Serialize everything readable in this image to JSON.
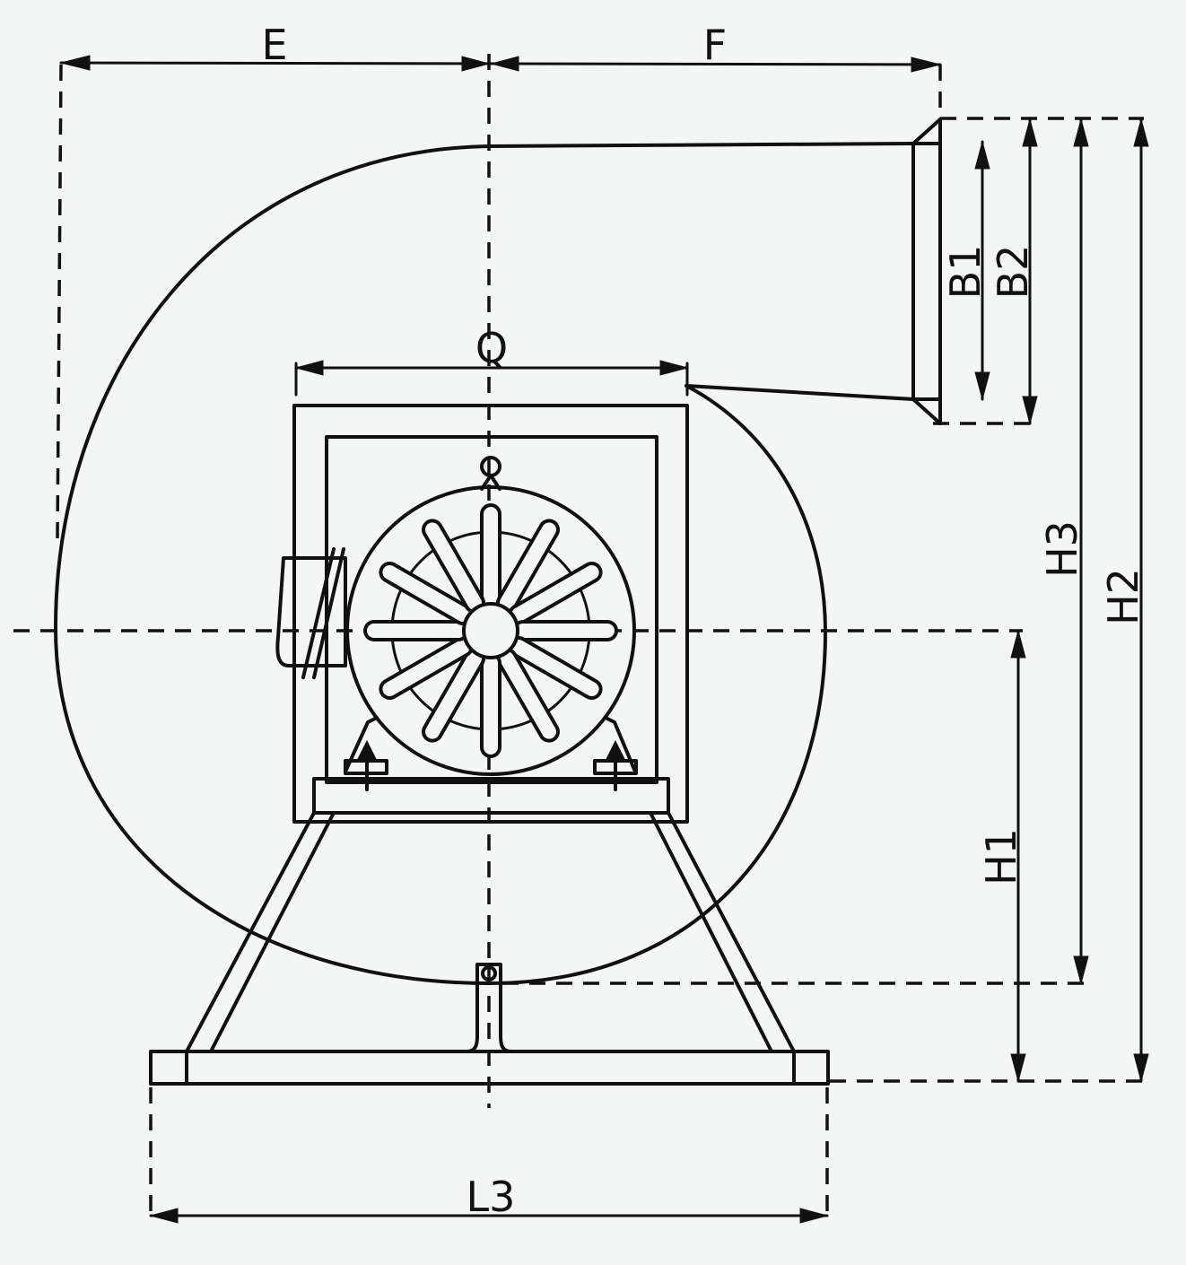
{
  "diagram": {
    "labels": {
      "E": "E",
      "F": "F",
      "Q": "Q",
      "B1": "B1",
      "B2": "B2",
      "H1": "H1",
      "H2": "H2",
      "H3": "H3",
      "L3": "L3"
    },
    "colors": {
      "ink": "#111111",
      "background": "#f4f6f5"
    }
  }
}
